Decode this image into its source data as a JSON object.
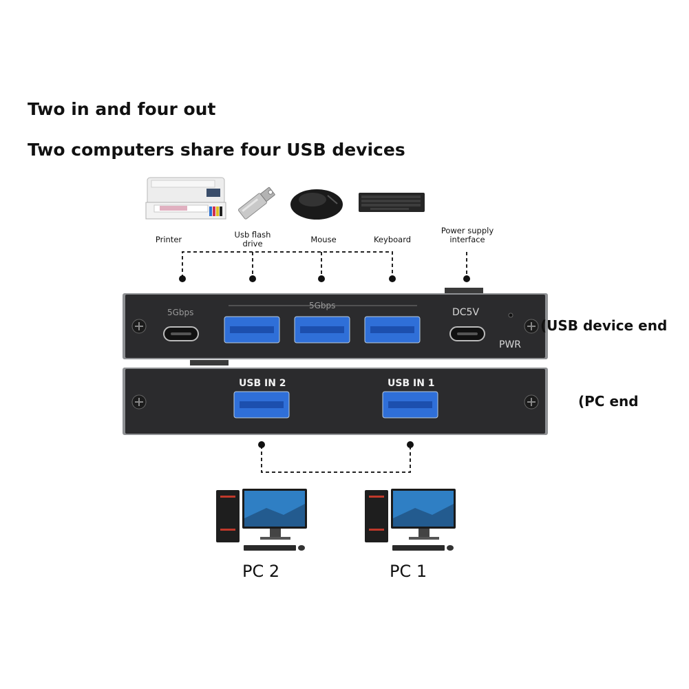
{
  "headings": {
    "line1": "Two in and four out",
    "line2": "Two computers share four USB devices"
  },
  "devices": [
    {
      "label": "Printer",
      "icon": "printer-icon"
    },
    {
      "label": "Usb flash drive",
      "icon": "usb-flash-drive-icon"
    },
    {
      "label": "Mouse",
      "icon": "mouse-icon"
    },
    {
      "label": "Keyboard",
      "icon": "keyboard-icon"
    },
    {
      "label": "Power supply interface",
      "icon": "power-supply-icon"
    }
  ],
  "device_panel": {
    "left_port_label": "5Gbps",
    "group_label": "5Gbps",
    "dc_label": "DC5V",
    "pwr_label": "PWR",
    "side_label": "(USB device end"
  },
  "pc_panel": {
    "in2_label": "USB IN 2",
    "in1_label": "USB IN 1",
    "side_label": "(PC end"
  },
  "pcs": [
    {
      "label": "PC 2",
      "icon": "desktop-computer-icon"
    },
    {
      "label": "PC 1",
      "icon": "desktop-computer-icon"
    }
  ],
  "colors": {
    "panel": "#2b2b2d",
    "panel_edge": "#8f9194",
    "usb_port": "#2f6fd8",
    "usb_port_inner": "#1c4fae",
    "screen": "#2f7fc4",
    "tower_accent": "#c0392b"
  }
}
